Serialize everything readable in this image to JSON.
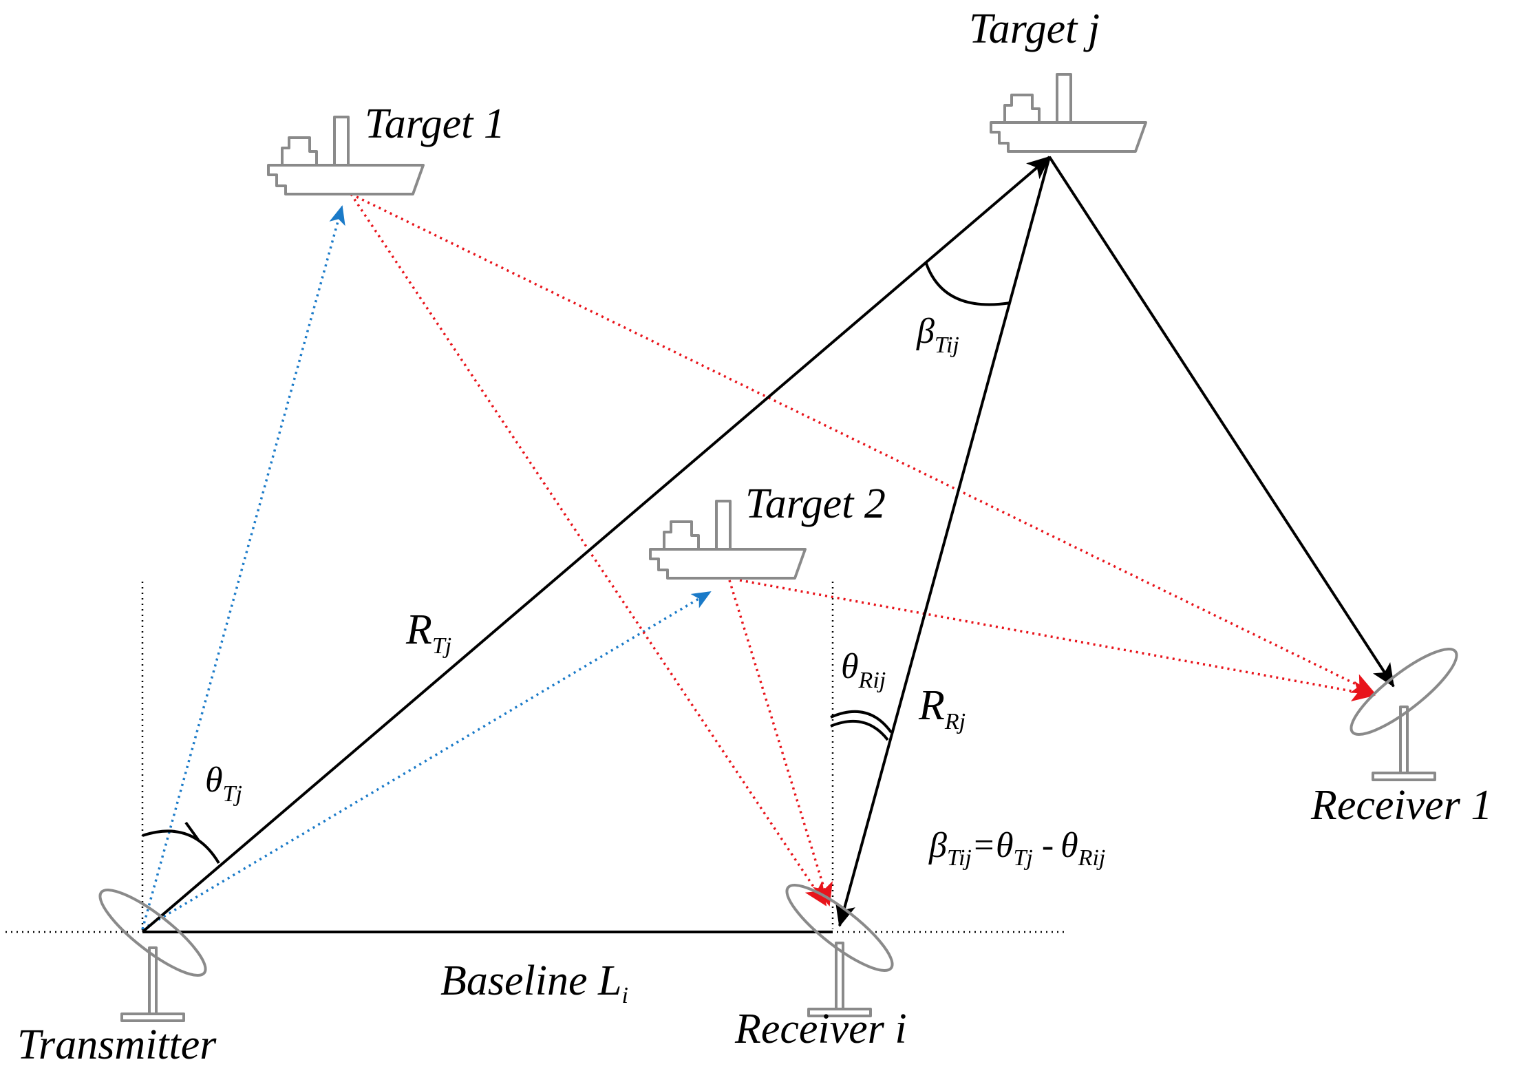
{
  "labels": {
    "transmitter": "Transmitter",
    "receiver_i": "Receiver i",
    "receiver_1": "Receiver 1",
    "target_1": "Target 1",
    "target_2": "Target 2",
    "target_j": "Target j",
    "baseline": {
      "main": "Baseline L",
      "sub": "i"
    },
    "r_tj": {
      "main": "R",
      "sub": "Tj"
    },
    "r_rj": {
      "main": "R",
      "sub": "Rj"
    },
    "theta_tj": {
      "main": "θ",
      "sub": "Tj"
    },
    "theta_rij": {
      "main": "θ",
      "sub": "Rij"
    },
    "beta_tij": {
      "main": "β",
      "sub": "Tij"
    },
    "formula": {
      "beta": "β",
      "beta_sub": "Tij",
      "eq": "=",
      "theta1": "θ",
      "theta1_sub": "Tj",
      "minus": " -",
      "theta2": "θ",
      "theta2_sub": "Rij"
    }
  },
  "colors": {
    "direct_path": "#000000",
    "scatter_to_receiver": "#e8141b",
    "illumination": "#1a7ac8",
    "icon_stroke": "#8a8a8a"
  },
  "icons": [
    "dish-antenna-icon",
    "ship-icon"
  ]
}
